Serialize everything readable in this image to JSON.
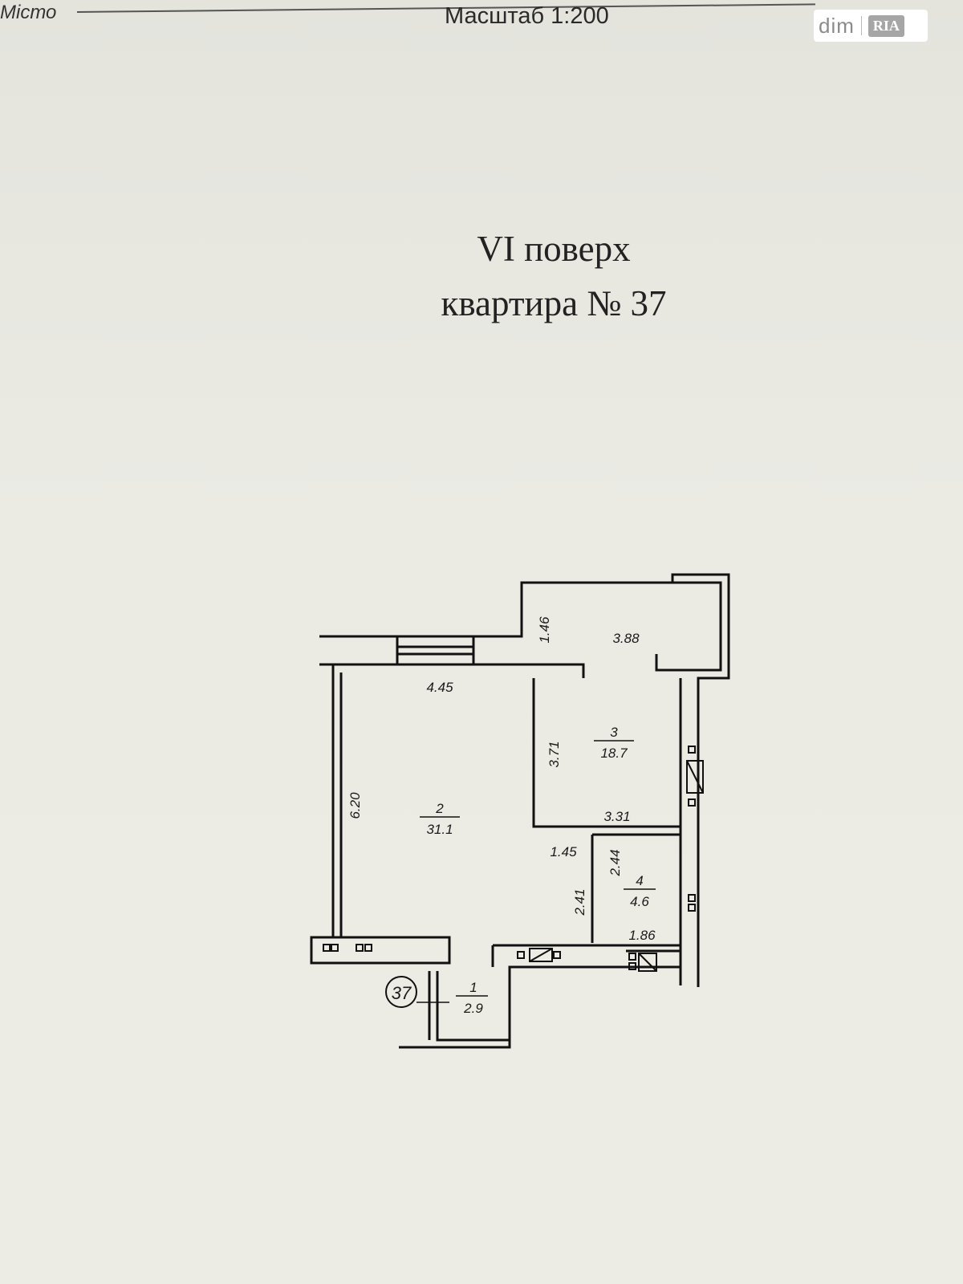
{
  "header": {
    "corner_text": "Місто",
    "scale_label": "Масштаб 1:200"
  },
  "watermark": {
    "dim_text": "dim",
    "ria_text": "RIA"
  },
  "plan": {
    "floor_title": "VI поверх",
    "apartment_title": "квартира № 37",
    "apartment_number": "37",
    "rooms": [
      {
        "number": "1",
        "area": "2.9"
      },
      {
        "number": "2",
        "area": "31.1"
      },
      {
        "number": "3",
        "area": "18.7"
      },
      {
        "number": "4",
        "area": "4.6"
      }
    ],
    "dimensions": {
      "d_1_46": "1.46",
      "d_3_88": "3.88",
      "d_4_45": "4.45",
      "d_3_71": "3.71",
      "d_6_20": "6.20",
      "d_3_31": "3.31",
      "d_1_45": "1.45",
      "d_2_44": "2.44",
      "d_2_41": "2.41",
      "d_1_86": "1.86"
    }
  }
}
